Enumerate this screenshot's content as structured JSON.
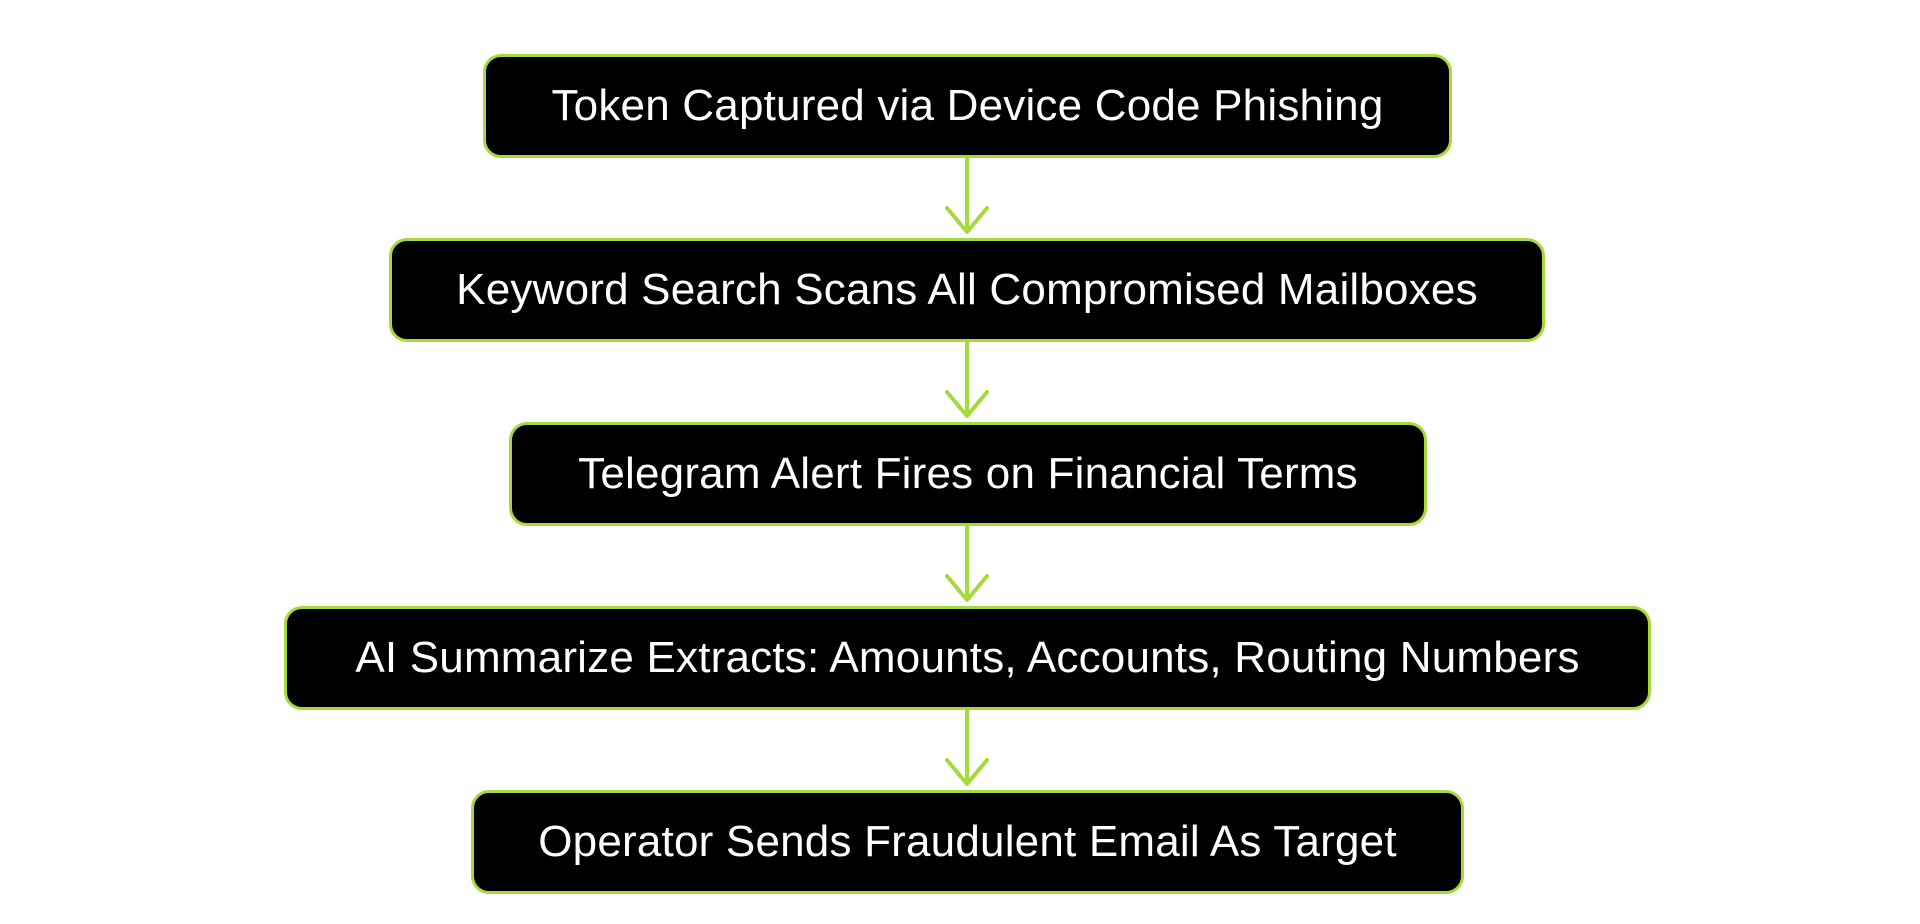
{
  "flowchart": {
    "colors": {
      "box_fill": "#000000",
      "box_border": "#a6d93a",
      "arrow": "#a6d93a",
      "text": "#ffffff",
      "background": "#ffffff"
    },
    "steps": [
      {
        "label": "Token Captured via Device Code Phishing"
      },
      {
        "label": "Keyword Search Scans All Compromised Mailboxes"
      },
      {
        "label": "Telegram Alert Fires on Financial Terms"
      },
      {
        "label": "AI Summarize Extracts: Amounts, Accounts, Routing Numbers"
      },
      {
        "label": "Operator Sends Fraudulent Email As Target"
      }
    ],
    "arrows": [
      {
        "from": 0,
        "to": 1
      },
      {
        "from": 1,
        "to": 2
      },
      {
        "from": 2,
        "to": 3
      },
      {
        "from": 3,
        "to": 4
      }
    ]
  }
}
